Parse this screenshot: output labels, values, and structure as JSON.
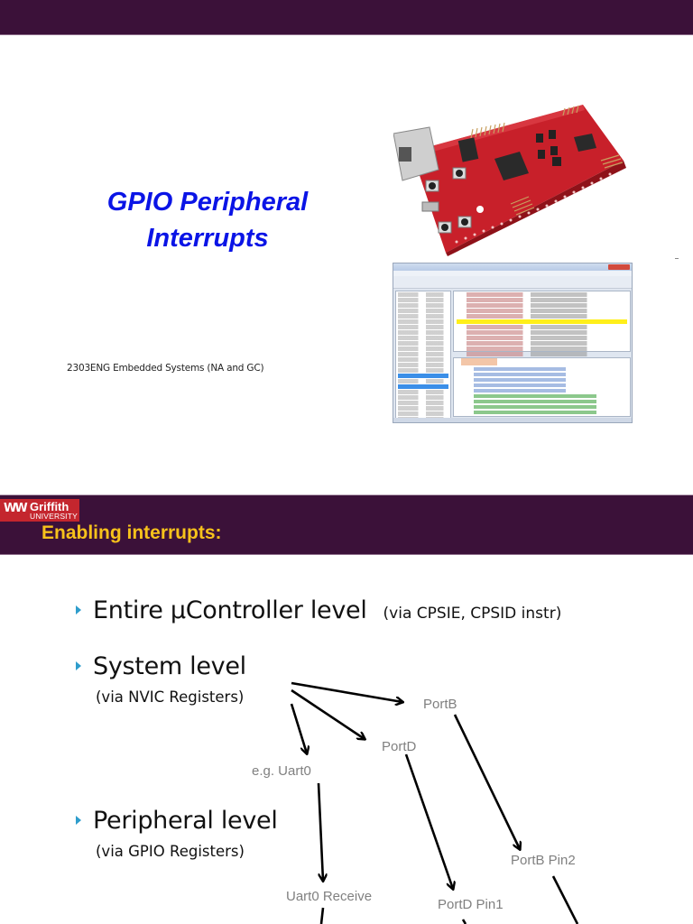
{
  "slide1": {
    "title_line1": "GPIO Peripheral",
    "title_line2": "Interrupts",
    "subtitle": "2303ENG Embedded Systems (NA and GC)",
    "images": {
      "board_photo": "launchpad-board-photo",
      "ide_screenshot": "ide-debugger-screenshot"
    },
    "colors": {
      "title": "#0a14e6",
      "topbar": "#3b1139"
    }
  },
  "slide2": {
    "logo": {
      "name": "Griffith",
      "sub": "UNIVERSITY",
      "glyph": "WW",
      "color": "#c4262e"
    },
    "title": "Enabling interrupts:",
    "colors": {
      "header": "#3b1139",
      "title": "#f7c21b",
      "bullet_arrow": "#2e9dcc",
      "diagram_label": "#808080"
    },
    "bullets": [
      {
        "main": "Entire μController level",
        "note": "(via CPSIE, CPSID instr)"
      },
      {
        "main": "System level",
        "sub": "(via NVIC Registers)"
      },
      {
        "main": "Peripheral level",
        "sub": "(via GPIO Registers)"
      }
    ],
    "diagram": {
      "labels": {
        "portb": "PortB",
        "portd": "PortD",
        "uart0": "e.g.  Uart0",
        "portb_pin2": "PortB Pin2",
        "uart0_receive": "Uart0 Receive",
        "portd_pin1": "PortD Pin1"
      }
    }
  }
}
